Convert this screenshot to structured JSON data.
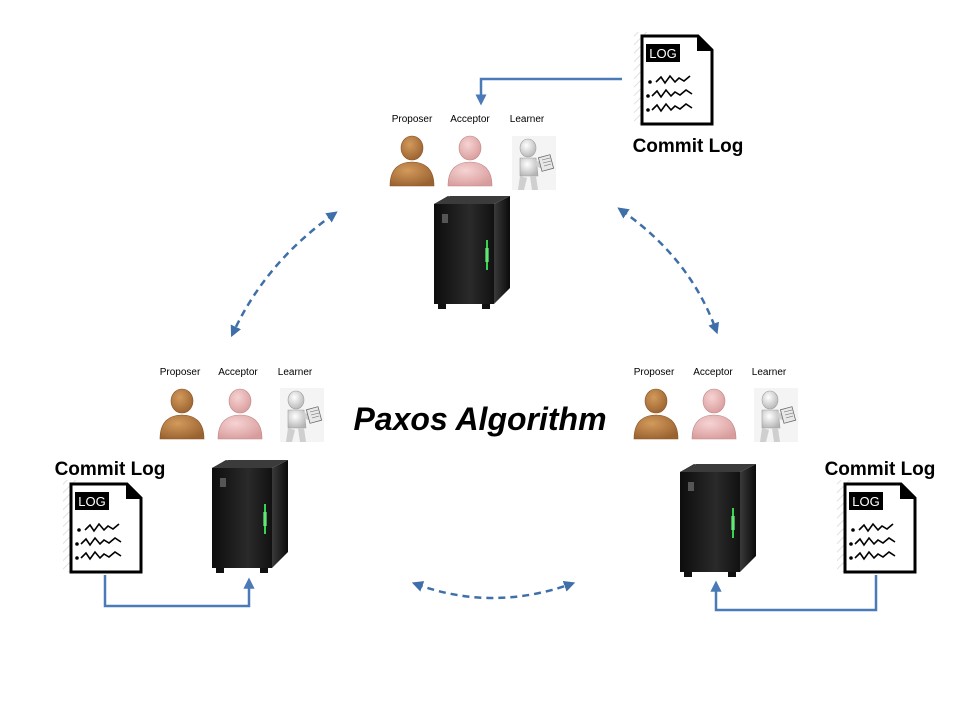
{
  "title": "Paxos Algorithm",
  "roles": {
    "proposer": "Proposer",
    "acceptor": "Acceptor",
    "learner": "Learner"
  },
  "commit_log": {
    "label": "Commit Log",
    "doc_tag": "LOG"
  },
  "nodes": [
    {
      "name": "top"
    },
    {
      "name": "left"
    },
    {
      "name": "right"
    }
  ],
  "colors": {
    "arrow": "#3f6fa8",
    "connector": "#4a7ab8",
    "proposer": "#b57a3e",
    "acceptor": "#e6b4b4",
    "learner": "#d6d6d6",
    "server": "#1a1a1a",
    "server_led": "#39d353"
  },
  "icons": {
    "proposer": "proposer-person-icon",
    "acceptor": "acceptor-person-icon",
    "learner": "learner-figure-icon",
    "server": "server-tower-icon",
    "log": "log-document-icon"
  }
}
